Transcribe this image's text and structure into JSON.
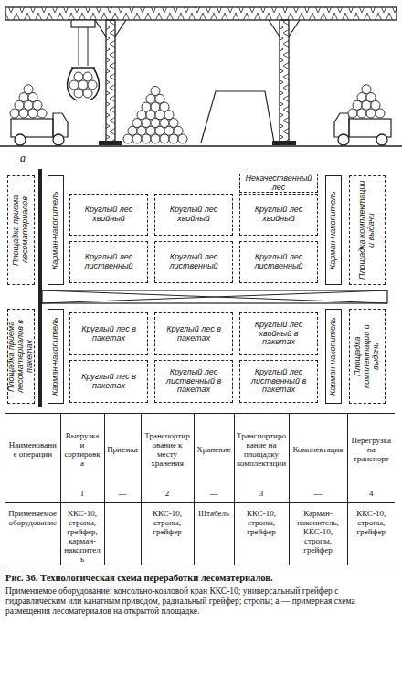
{
  "diagram": {
    "caption": "Рис. 36. Технологическая схема переработки лесоматериалов.",
    "nodes": [
      {
        "text": [
          "Площадка приема лесоматериалов"
        ]
      },
      {
        "text": [
          "Карман-накопитель"
        ]
      },
      {
        "text": [
          "Некачественный лес"
        ]
      },
      {
        "text": [
          "Круглый лес хвойный"
        ]
      },
      {
        "text": [
          "Круглый лес хвойный"
        ]
      },
      {
        "text": [
          "Круглый лес хвойный"
        ]
      },
      {
        "text": [
          "Круглый лес лиственный"
        ]
      },
      {
        "text": [
          "Круглый лес лиственный"
        ]
      },
      {
        "text": [
          "Круглый лес лиственный"
        ]
      },
      {
        "text": [
          "Карман-накопитель"
        ]
      },
      {
        "text": [
          "Площадка комплектации и выдачи"
        ]
      },
      {
        "text": [
          "Площадка приема лесоматериалов в пакетах"
        ]
      },
      {
        "text": [
          "Карман-накопитель"
        ]
      },
      {
        "text": [
          "Круглый лес в пакетах"
        ]
      },
      {
        "text": [
          "Круглый лес в пакетах"
        ]
      },
      {
        "text": [
          "Круглый лес хвойный в пакетах"
        ]
      },
      {
        "text": [
          "Круглый лес в пакетах"
        ]
      },
      {
        "text": [
          "Круглый лес лиственный в пакетах"
        ]
      },
      {
        "text": [
          "Круглый лес лиственный в пакетах"
        ]
      },
      {
        "text": [
          "Карман-накопитель"
        ]
      },
      {
        "text": [
          "Площадка комплектации и выдачи"
        ]
      }
    ],
    "labels": [
      "а",
      "Наименование операции",
      "Выгрузка и сортировка",
      "Приемка",
      "Транспортирование к месту хранения",
      "Хранение",
      "Транспортирование на площадку комплектации",
      "Комплектация",
      "Перегрузка на транспорт",
      "1",
      "—",
      "2",
      "—",
      "3",
      "—",
      "4",
      "Применяемое оборудование",
      "ККС-10, стропы, грейфер, карман-накопитель",
      "ККС-10, стропы, грейфер",
      "Штабель",
      "ККС-10, стропы, грейфер",
      "Карман-накопитель, ККС-10, стропы, грейфер",
      "ККС-10, стропы, грейфер",
      "Применяемое оборудование: консольно-козловой кран ККС-10; универсальный грейфер с гидравлическим или канатным приводом, радиальный грейфер; стропы; а — примерная схема размещения лесоматериалов на открытой площадке."
    ]
  }
}
